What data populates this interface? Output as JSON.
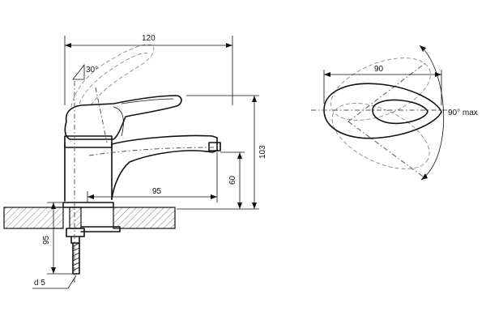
{
  "dimensions": {
    "width_overall": "120",
    "height_overall": "103",
    "spout_reach": "95",
    "outlet_height": "60",
    "shank_length": "95",
    "shank_thread": "d 5",
    "lever_tilt": "30°",
    "top_width": "90",
    "rotation": "90° max"
  }
}
